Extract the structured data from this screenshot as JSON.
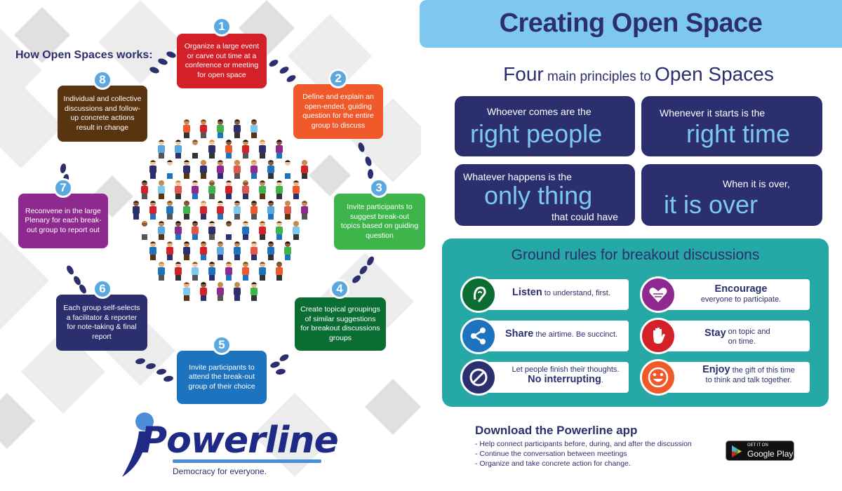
{
  "left": {
    "heading": "How Open Spaces works:",
    "steps": [
      {
        "num": "1",
        "text": "Organize a large event or carve out time at a conference or meeting for open space",
        "color": "#d42028"
      },
      {
        "num": "2",
        "text": "Define and explain an open-ended, guiding question for the entire group to discuss",
        "color": "#f0592a"
      },
      {
        "num": "3",
        "text": "Invite participants to suggest break-out topics based on guiding question",
        "color": "#3db54a"
      },
      {
        "num": "4",
        "text": "Create topical groupings of similar suggestions for breakout discussions groups",
        "color": "#0a6e33"
      },
      {
        "num": "5",
        "text": "Invite participants to attend the break-out group of their choice",
        "color": "#1e73be"
      },
      {
        "num": "6",
        "text": "Each group self-selects a facilitator & reporter for note-taking & final report",
        "color": "#2b2f6e"
      },
      {
        "num": "7",
        "text": "Reconvene in the large Plenary for each break-out group to report out",
        "color": "#8e2a8f"
      },
      {
        "num": "8",
        "text": "Individual and collective discussions and follow-up concrete actions result in change",
        "color": "#5a3311"
      }
    ],
    "number_badge_color": "#5aa8e0"
  },
  "logo": {
    "name": "Powerline",
    "tagline": "Democracy for everyone."
  },
  "right": {
    "title": "Creating Open Space",
    "principles_heading": {
      "part1": "Four",
      "part2": " main principles to ",
      "part3": "Open Spaces"
    },
    "principles": [
      {
        "small": "Whoever comes are the",
        "large": "right people",
        "small2": ""
      },
      {
        "small": "Whenever it starts is the",
        "large": "right time",
        "small2": ""
      },
      {
        "small": "Whatever happens is the",
        "large": "only thing",
        "small2": "that could have"
      },
      {
        "small": "When it is over,",
        "large": "it is over",
        "small2": ""
      }
    ],
    "ground_rules_heading": "Ground rules for breakout discussions",
    "rules": [
      {
        "bold": "Listen",
        "rest": " to understand, first.",
        "icon": "ear-icon",
        "icon_color": "#0a6e33"
      },
      {
        "bold": "Encourage",
        "rest": "everyone to participate.",
        "icon": "heart-hands-icon",
        "icon_color": "#8e2a8f"
      },
      {
        "bold": "Share",
        "rest": " the airtime. Be succinct.",
        "icon": "share-icon",
        "icon_color": "#1e73be"
      },
      {
        "bold": "Stay",
        "rest1": "on topic and",
        "rest2": "on time.",
        "icon": "stop-hand-icon",
        "icon_color": "#d42028"
      },
      {
        "pre": "Let people finish their thoughts.",
        "bold": "No interrupting",
        "post": ".",
        "icon": "no-sign-icon",
        "icon_color": "#2b2f6e"
      },
      {
        "bold": "Enjoy",
        "rest1": " the gift of this time",
        "rest2": "to think and talk together.",
        "icon": "smiley-icon",
        "icon_color": "#f0592a"
      }
    ],
    "download": {
      "heading": "Download the Powerline app",
      "items": [
        "- Help connect participants before, during, and after the discussion",
        "- Continue the conversation between meetings",
        "- Organize and take concrete action for change."
      ],
      "badge_small": "GET IT ON",
      "badge_large": "Google Play"
    }
  },
  "colors": {
    "navy": "#2b2f6e",
    "light_blue": "#7ec8ef",
    "teal": "#26a9a6"
  }
}
